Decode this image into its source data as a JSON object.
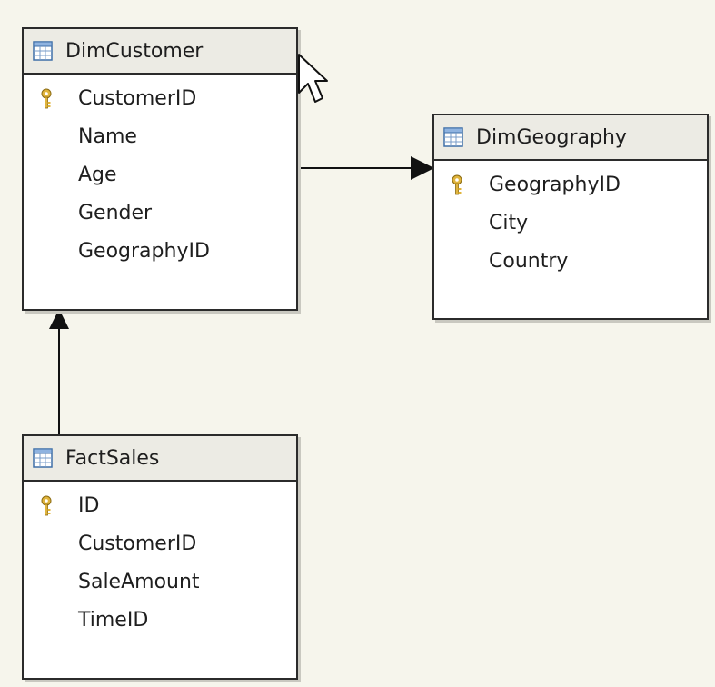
{
  "tables": [
    {
      "id": "dimcustomer",
      "name": "DimCustomer",
      "columns": [
        {
          "name": "CustomerID",
          "primary_key": true
        },
        {
          "name": "Name",
          "primary_key": false
        },
        {
          "name": "Age",
          "primary_key": false
        },
        {
          "name": "Gender",
          "primary_key": false
        },
        {
          "name": "GeographyID",
          "primary_key": false
        }
      ]
    },
    {
      "id": "dimgeography",
      "name": "DimGeography",
      "columns": [
        {
          "name": "GeographyID",
          "primary_key": true
        },
        {
          "name": "City",
          "primary_key": false
        },
        {
          "name": "Country",
          "primary_key": false
        }
      ]
    },
    {
      "id": "factsales",
      "name": "FactSales",
      "columns": [
        {
          "name": "ID",
          "primary_key": true
        },
        {
          "name": "CustomerID",
          "primary_key": false
        },
        {
          "name": "SaleAmount",
          "primary_key": false
        },
        {
          "name": "TimeID",
          "primary_key": false
        }
      ]
    }
  ],
  "relationships": [
    {
      "from": "DimCustomer",
      "to": "DimGeography"
    },
    {
      "from": "FactSales",
      "to": "DimCustomer"
    }
  ],
  "colors": {
    "background": "#f6f5ec",
    "header_fill": "#ecebe4",
    "border": "#2b2b2b",
    "key_gold": "#e0b43c"
  }
}
